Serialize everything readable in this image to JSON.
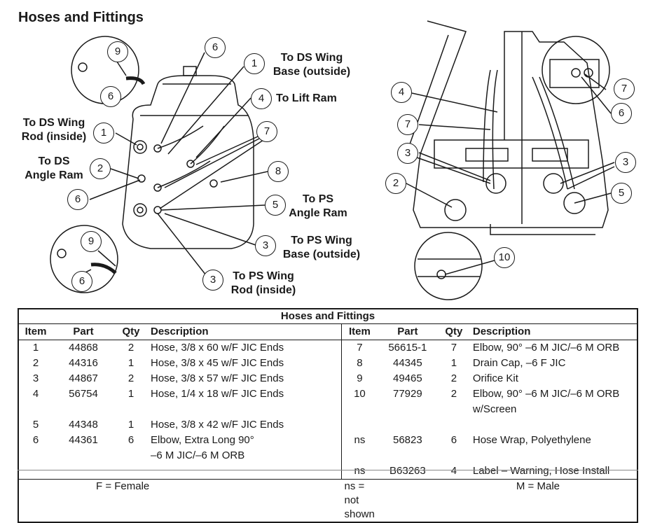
{
  "heading": "Hoses and Fittings",
  "left_labels": {
    "ds_wing_base": "To DS Wing\nBase (outside)",
    "lift_ram": "To Lift Ram",
    "ds_wing_rod": "To DS Wing\nRod (inside)",
    "ds_angle_ram": "To DS\nAngle Ram",
    "ps_angle_ram": "To PS\nAngle Ram",
    "ps_wing_base": "To PS Wing\nBase (outside)",
    "ps_wing_rod": "To PS Wing\nRod (inside)"
  },
  "left_callouts": [
    "9",
    "6",
    "6",
    "1",
    "4",
    "7",
    "1",
    "2",
    "6",
    "8",
    "5",
    "3",
    "9",
    "6",
    "3"
  ],
  "right_callouts": [
    "4",
    "7",
    "3",
    "2",
    "7",
    "6",
    "3",
    "5",
    "10"
  ],
  "table": {
    "title": "Hoses and Fittings",
    "columns": [
      "Item",
      "Part",
      "Qty",
      "Description"
    ],
    "left_rows": [
      {
        "item": "1",
        "part": "44868",
        "qty": "2",
        "desc": "Hose, 3/8 x 60 w/F JIC Ends"
      },
      {
        "item": "2",
        "part": "44316",
        "qty": "1",
        "desc": "Hose, 3/8 x 45 w/F JIC Ends"
      },
      {
        "item": "3",
        "part": "44867",
        "qty": "2",
        "desc": "Hose, 3/8 x 57 w/F JIC Ends"
      },
      {
        "item": "4",
        "part": "56754",
        "qty": "1",
        "desc": "Hose, 1/4 x 18 w/F JIC Ends"
      },
      {
        "item": "5",
        "part": "44348",
        "qty": "1",
        "desc": "Hose, 3/8 x 42 w/F JIC Ends"
      },
      {
        "item": "6",
        "part": "44361",
        "qty": "6",
        "desc": "Elbow, Extra Long 90°\n–6 M JIC/–6 M ORB"
      },
      {
        "item": "",
        "part": "",
        "qty": "",
        "desc": ""
      }
    ],
    "right_rows": [
      {
        "item": "7",
        "part": "56615-1",
        "qty": "7",
        "desc": "Elbow, 90° –6 M JIC/–6 M ORB"
      },
      {
        "item": "8",
        "part": "44345",
        "qty": "1",
        "desc": "Drain Cap, –6 F JIC"
      },
      {
        "item": "9",
        "part": "49465",
        "qty": "2",
        "desc": "Orifice Kit"
      },
      {
        "item": "10",
        "part": "77929",
        "qty": "2",
        "desc": "Elbow, 90° –6 M JIC/–6 M ORB\nw/Screen"
      },
      {
        "item": "",
        "part": "",
        "qty": "",
        "desc": ""
      },
      {
        "item": "ns",
        "part": "56823",
        "qty": "6",
        "desc": "Hose Wrap, Polyethylene"
      },
      {
        "item": "ns",
        "part": "B63263",
        "qty": "4",
        "desc": "Label – Warning, Hose Install"
      }
    ],
    "footer": {
      "female": "F = Female",
      "not_shown": "ns = not shown",
      "male": "M = Male"
    }
  }
}
